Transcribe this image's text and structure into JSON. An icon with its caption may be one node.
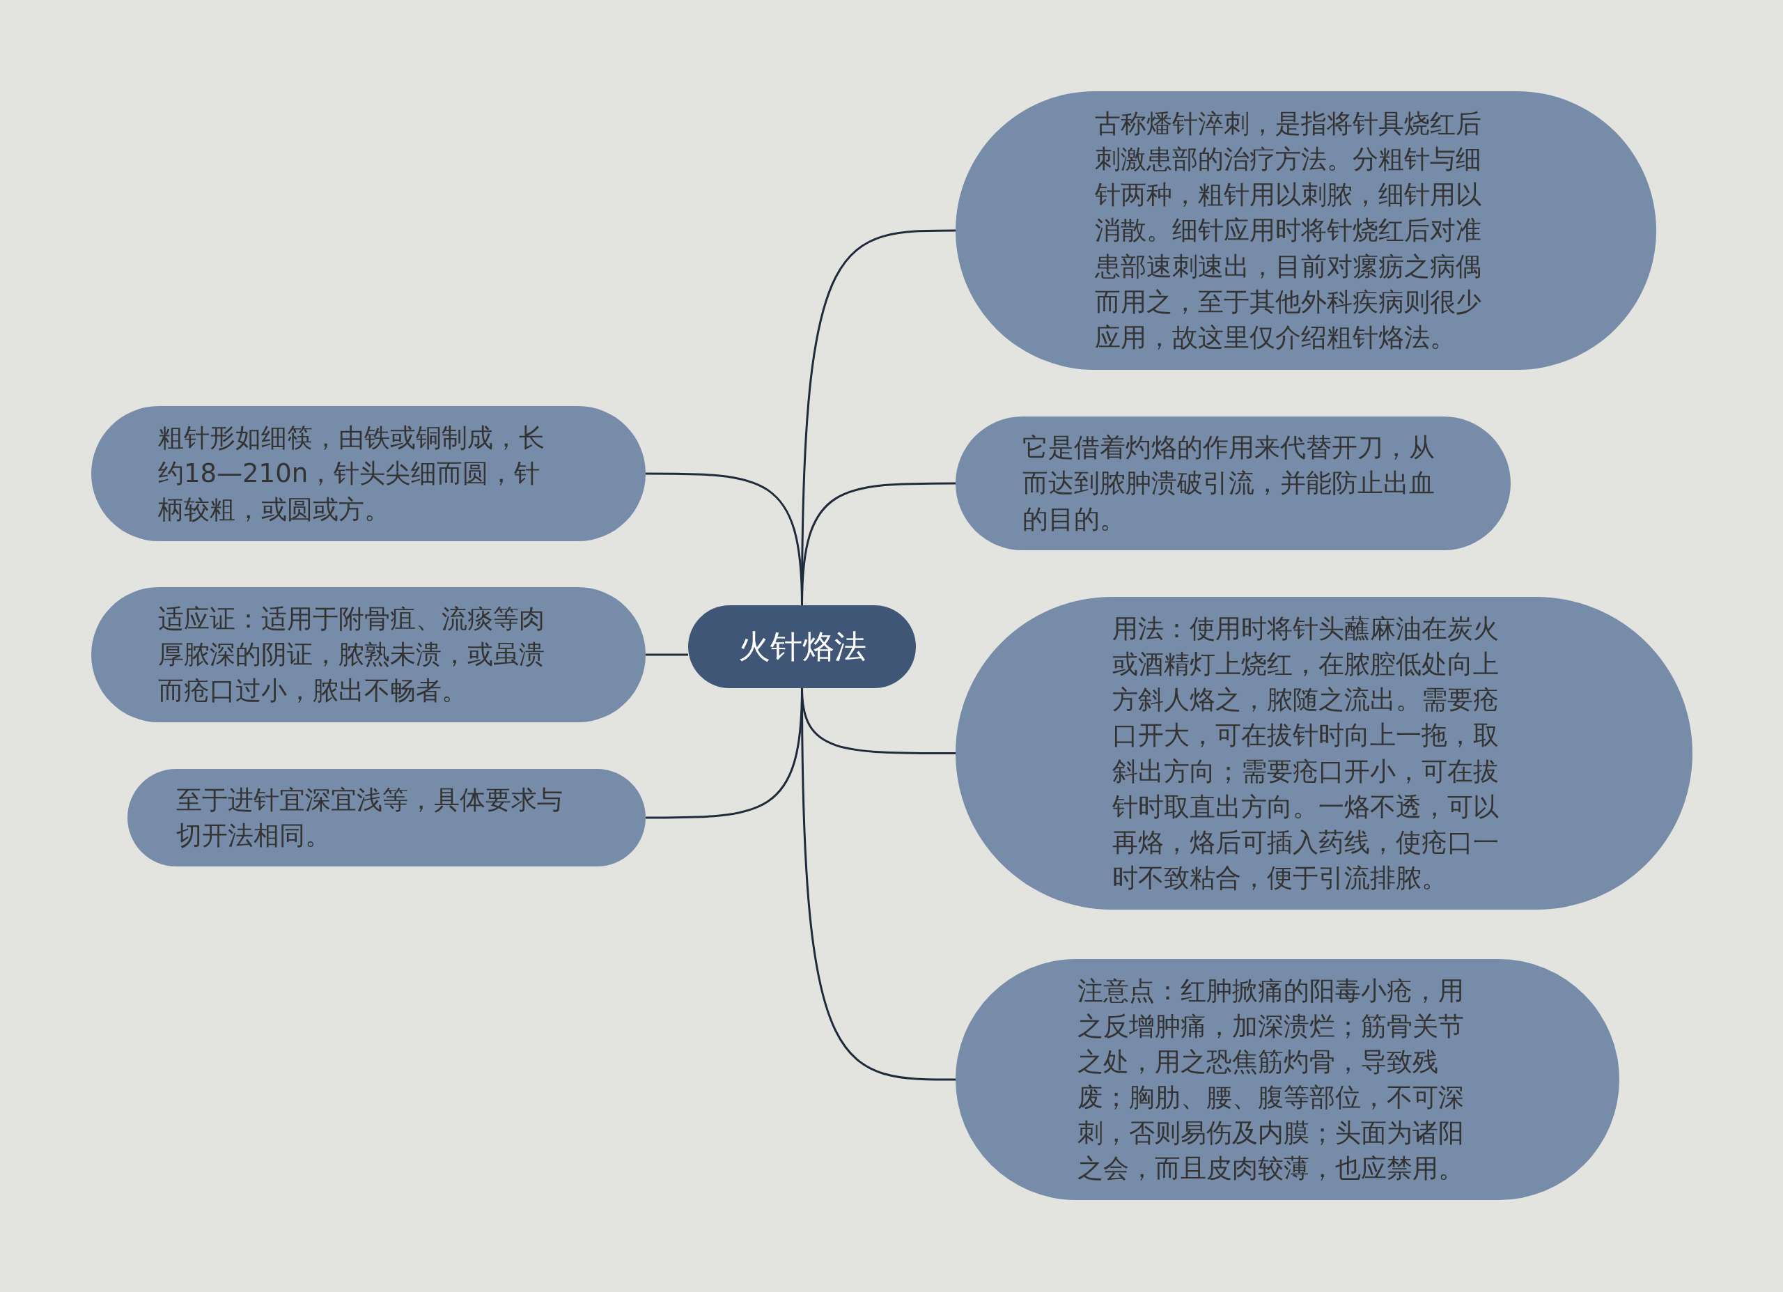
{
  "diagram": {
    "nodes": [
      {
        "text": [
          "火针烙法"
        ]
      },
      {
        "text": [
          "古称燔针淬刺，是指将针具烧红后刺激患部的治疗方法。分粗针与细针两种，粗针用以刺脓，细针用以消散。细针应用时将针烧红后对准患部速刺速出，目前对瘰疬之病偶而用之，至于其他外科疾病则很少应用，故这里仅介绍粗针烙法。"
        ]
      },
      {
        "text": [
          "它是借着灼烙的作用来代替开刀，从而达到脓肿溃破引流，并能防止出血的目的。"
        ]
      },
      {
        "text": [
          "用法：使用时将针头蘸麻油在炭火或酒精灯上烧红，在脓腔低处向上方斜人烙之，脓随之流出。需要疮口开大，可在拔针时向上一拖，取斜出方向；需要疮口开小，可在拔针时取直出方向。一烙不透，可以再烙，烙后可插入药线，使疮口一时不致粘合，便于引流排脓。"
        ]
      },
      {
        "text": [
          "注意点：红肿掀痛的阳毒小疮，用之反增肿痛，加深溃烂；筋骨关节之处，用之恐焦筋灼骨，导致残废；胸肋、腰、腹等部位，不可深刺，否则易伤及内膜；头面为诸阳之会，而且皮肉较薄，也应禁用。"
        ]
      },
      {
        "text": [
          "粗针形如细筷，由铁或铜制成，长约18—210n，针头尖细而圆，针柄较粗，或圆或方。"
        ]
      },
      {
        "text": [
          "适应证：适用于附骨疽、流痰等肉厚脓深的阴证，脓熟未溃，或虽溃而疮口过小，脓出不畅者。"
        ]
      },
      {
        "text": [
          "至于进针宜深宜浅等，具体要求与切开法相同。"
        ]
      }
    ],
    "edges": [
      {
        "from": 0,
        "to": 1,
        "arrow": "none"
      },
      {
        "from": 0,
        "to": 2,
        "arrow": "none"
      },
      {
        "from": 0,
        "to": 3,
        "arrow": "none"
      },
      {
        "from": 0,
        "to": 4,
        "arrow": "none"
      },
      {
        "from": 0,
        "to": 5,
        "arrow": "none"
      },
      {
        "from": 0,
        "to": 6,
        "arrow": "none"
      },
      {
        "from": 0,
        "to": 7,
        "arrow": "none"
      }
    ]
  }
}
